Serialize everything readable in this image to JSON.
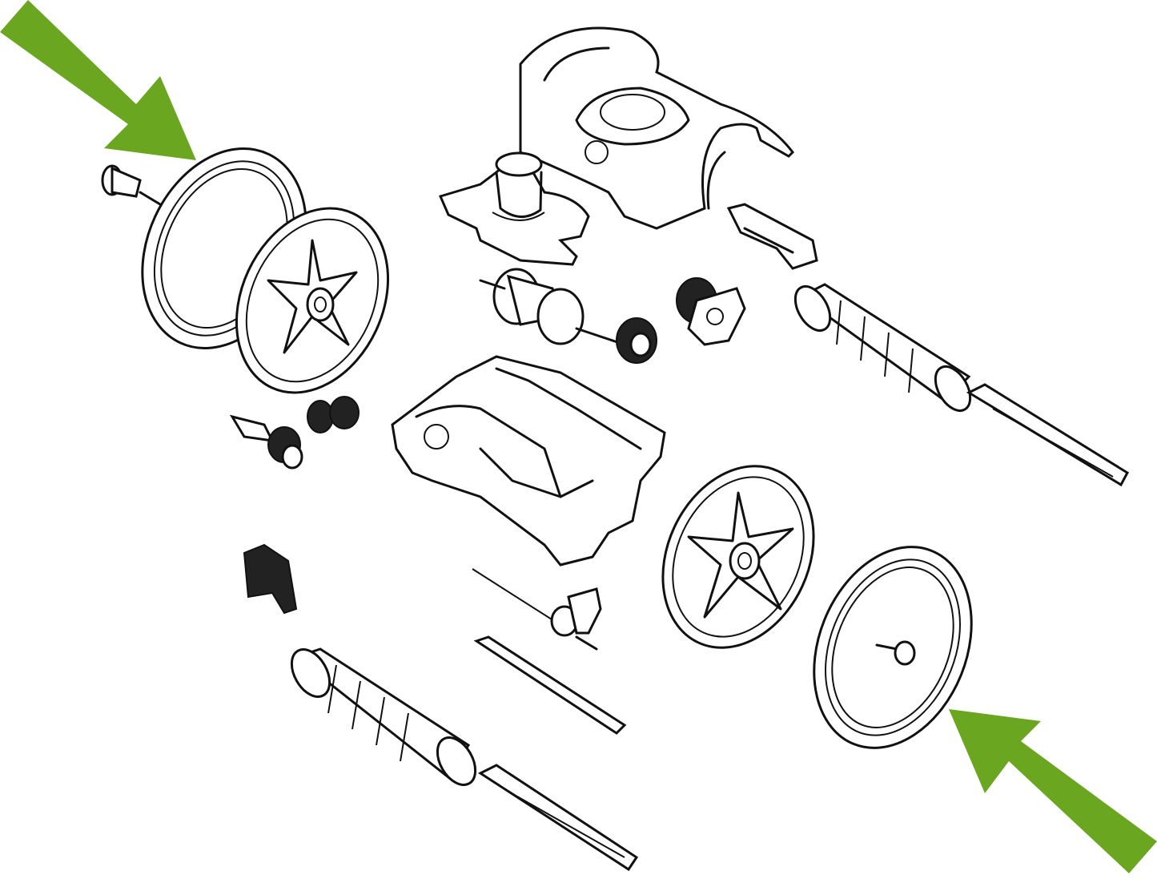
{
  "colors": {
    "arrow": "#6aa61f",
    "line": "#111111",
    "background": "#ffffff"
  },
  "parts": [
    {
      "id": "wheel-tire-left",
      "name": "tire",
      "highlighted": true
    },
    {
      "id": "wheel-hub-left",
      "name": "wheel"
    },
    {
      "id": "wheel-tire-right",
      "name": "tire",
      "highlighted": true
    },
    {
      "id": "wheel-hub-right",
      "name": "wheel"
    },
    {
      "id": "body-shell",
      "name": "top cover"
    },
    {
      "id": "chassis",
      "name": "chassis"
    },
    {
      "id": "turbine",
      "name": "turbine"
    },
    {
      "id": "roller-upper",
      "name": "roller"
    },
    {
      "id": "roller-lower",
      "name": "roller"
    }
  ]
}
